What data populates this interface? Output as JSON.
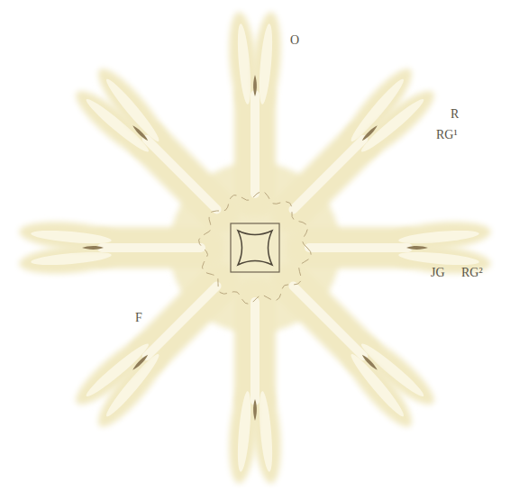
{
  "diagram": {
    "labels": [
      "O",
      "R",
      "RG¹",
      "JG",
      "RG²",
      "F"
    ]
  }
}
